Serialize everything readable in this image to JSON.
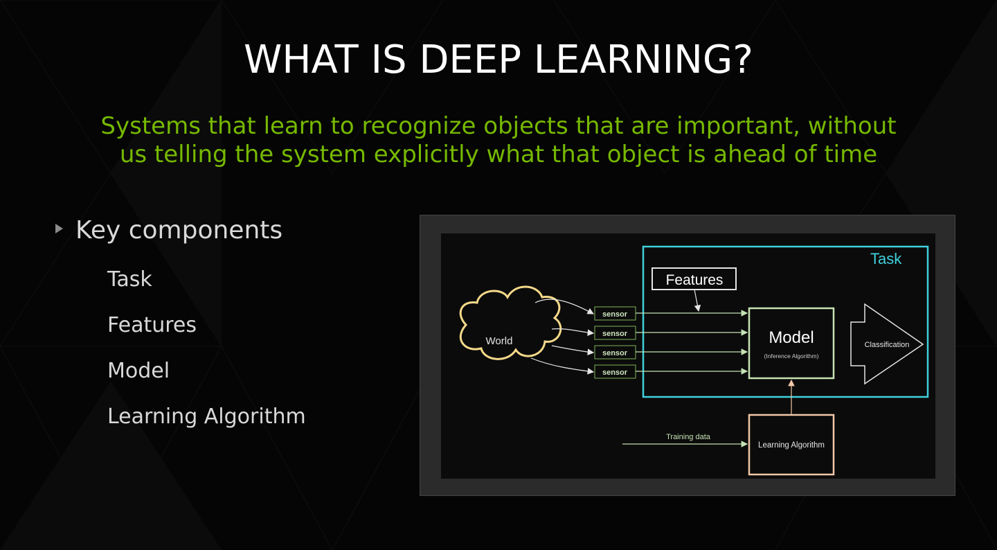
{
  "slide": {
    "title": "WHAT IS DEEP LEARNING?",
    "subtitle_line1": "Systems that learn to recognize objects that are important, without",
    "subtitle_line2": "us telling the system explicitly what that object is ahead of time"
  },
  "bullets": {
    "main": "Key components",
    "items": [
      "Task",
      "Features",
      "Model",
      "Learning Algorithm"
    ]
  },
  "diagram": {
    "task_label": "Task",
    "features_label": "Features",
    "world_label": "World",
    "sensor_labels": [
      "sensor",
      "sensor",
      "sensor",
      "sensor"
    ],
    "model_label": "Model",
    "model_sublabel": "(Inference Algorithm)",
    "classification_label": "Classification",
    "learning_algorithm_label": "Learning Algorithm",
    "training_data_label": "Training data"
  },
  "colors": {
    "accent_green": "#76b900",
    "task_border": "#3fd1dc",
    "model_border": "#c6e3b4",
    "learning_border": "#f2c7a8",
    "world_outline": "#f5d98a",
    "sensor_border": "#6e9a4e"
  }
}
